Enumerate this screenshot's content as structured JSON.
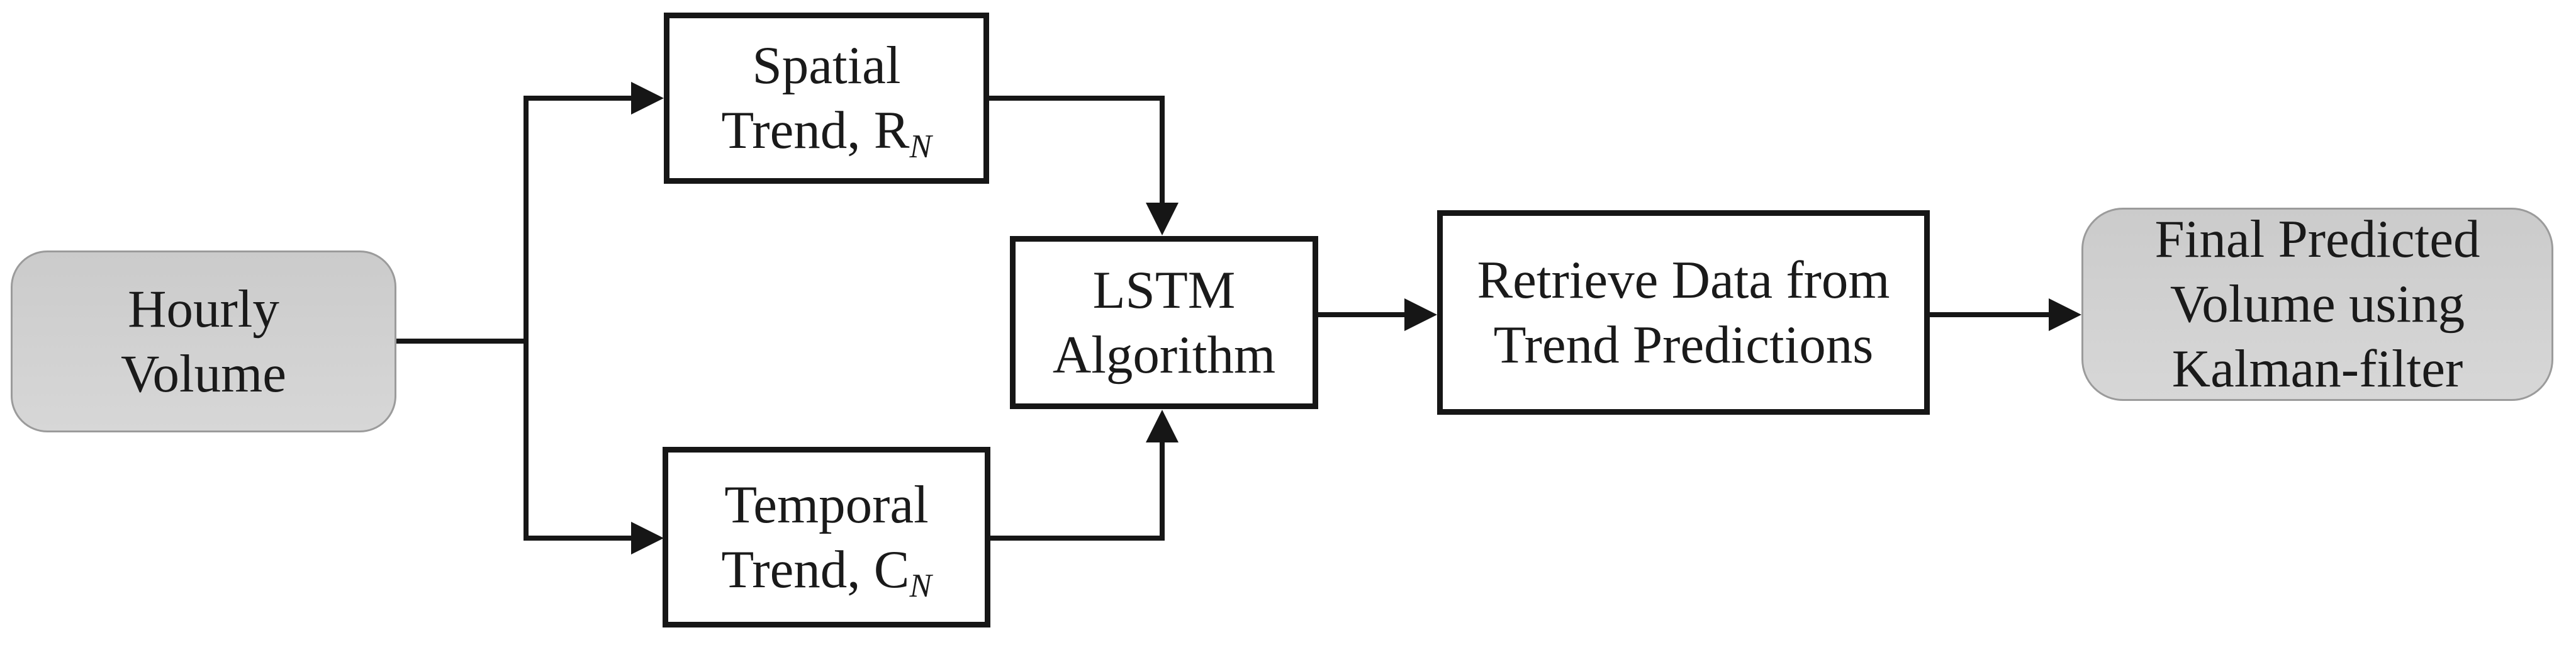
{
  "nodes": {
    "hourly_volume": {
      "line1": "Hourly",
      "line2": "Volume"
    },
    "spatial_trend": {
      "line1": "Spatial",
      "line2_main": "Trend, R",
      "line2_sub": "N"
    },
    "temporal_trend": {
      "line1": "Temporal",
      "line2_main": "Trend, C",
      "line2_sub": "N"
    },
    "lstm_algorithm": {
      "line1": "LSTM",
      "line2": "Algorithm"
    },
    "retrieve_data": {
      "line1": "Retrieve Data from",
      "line2": "Trend Predictions"
    },
    "final_predicted": {
      "line1": "Final Predicted",
      "line2": "Volume using",
      "line3": "Kalman-filter"
    }
  },
  "colors": {
    "background": "#ffffff",
    "text": "#1a1a1a",
    "connector": "#161616",
    "process_fill": "#ffffff",
    "process_border": "#161616",
    "terminal_fill_top": "#cbcbcb",
    "terminal_fill_bottom": "#d7d7d7",
    "terminal_border": "#9b9b9b"
  }
}
